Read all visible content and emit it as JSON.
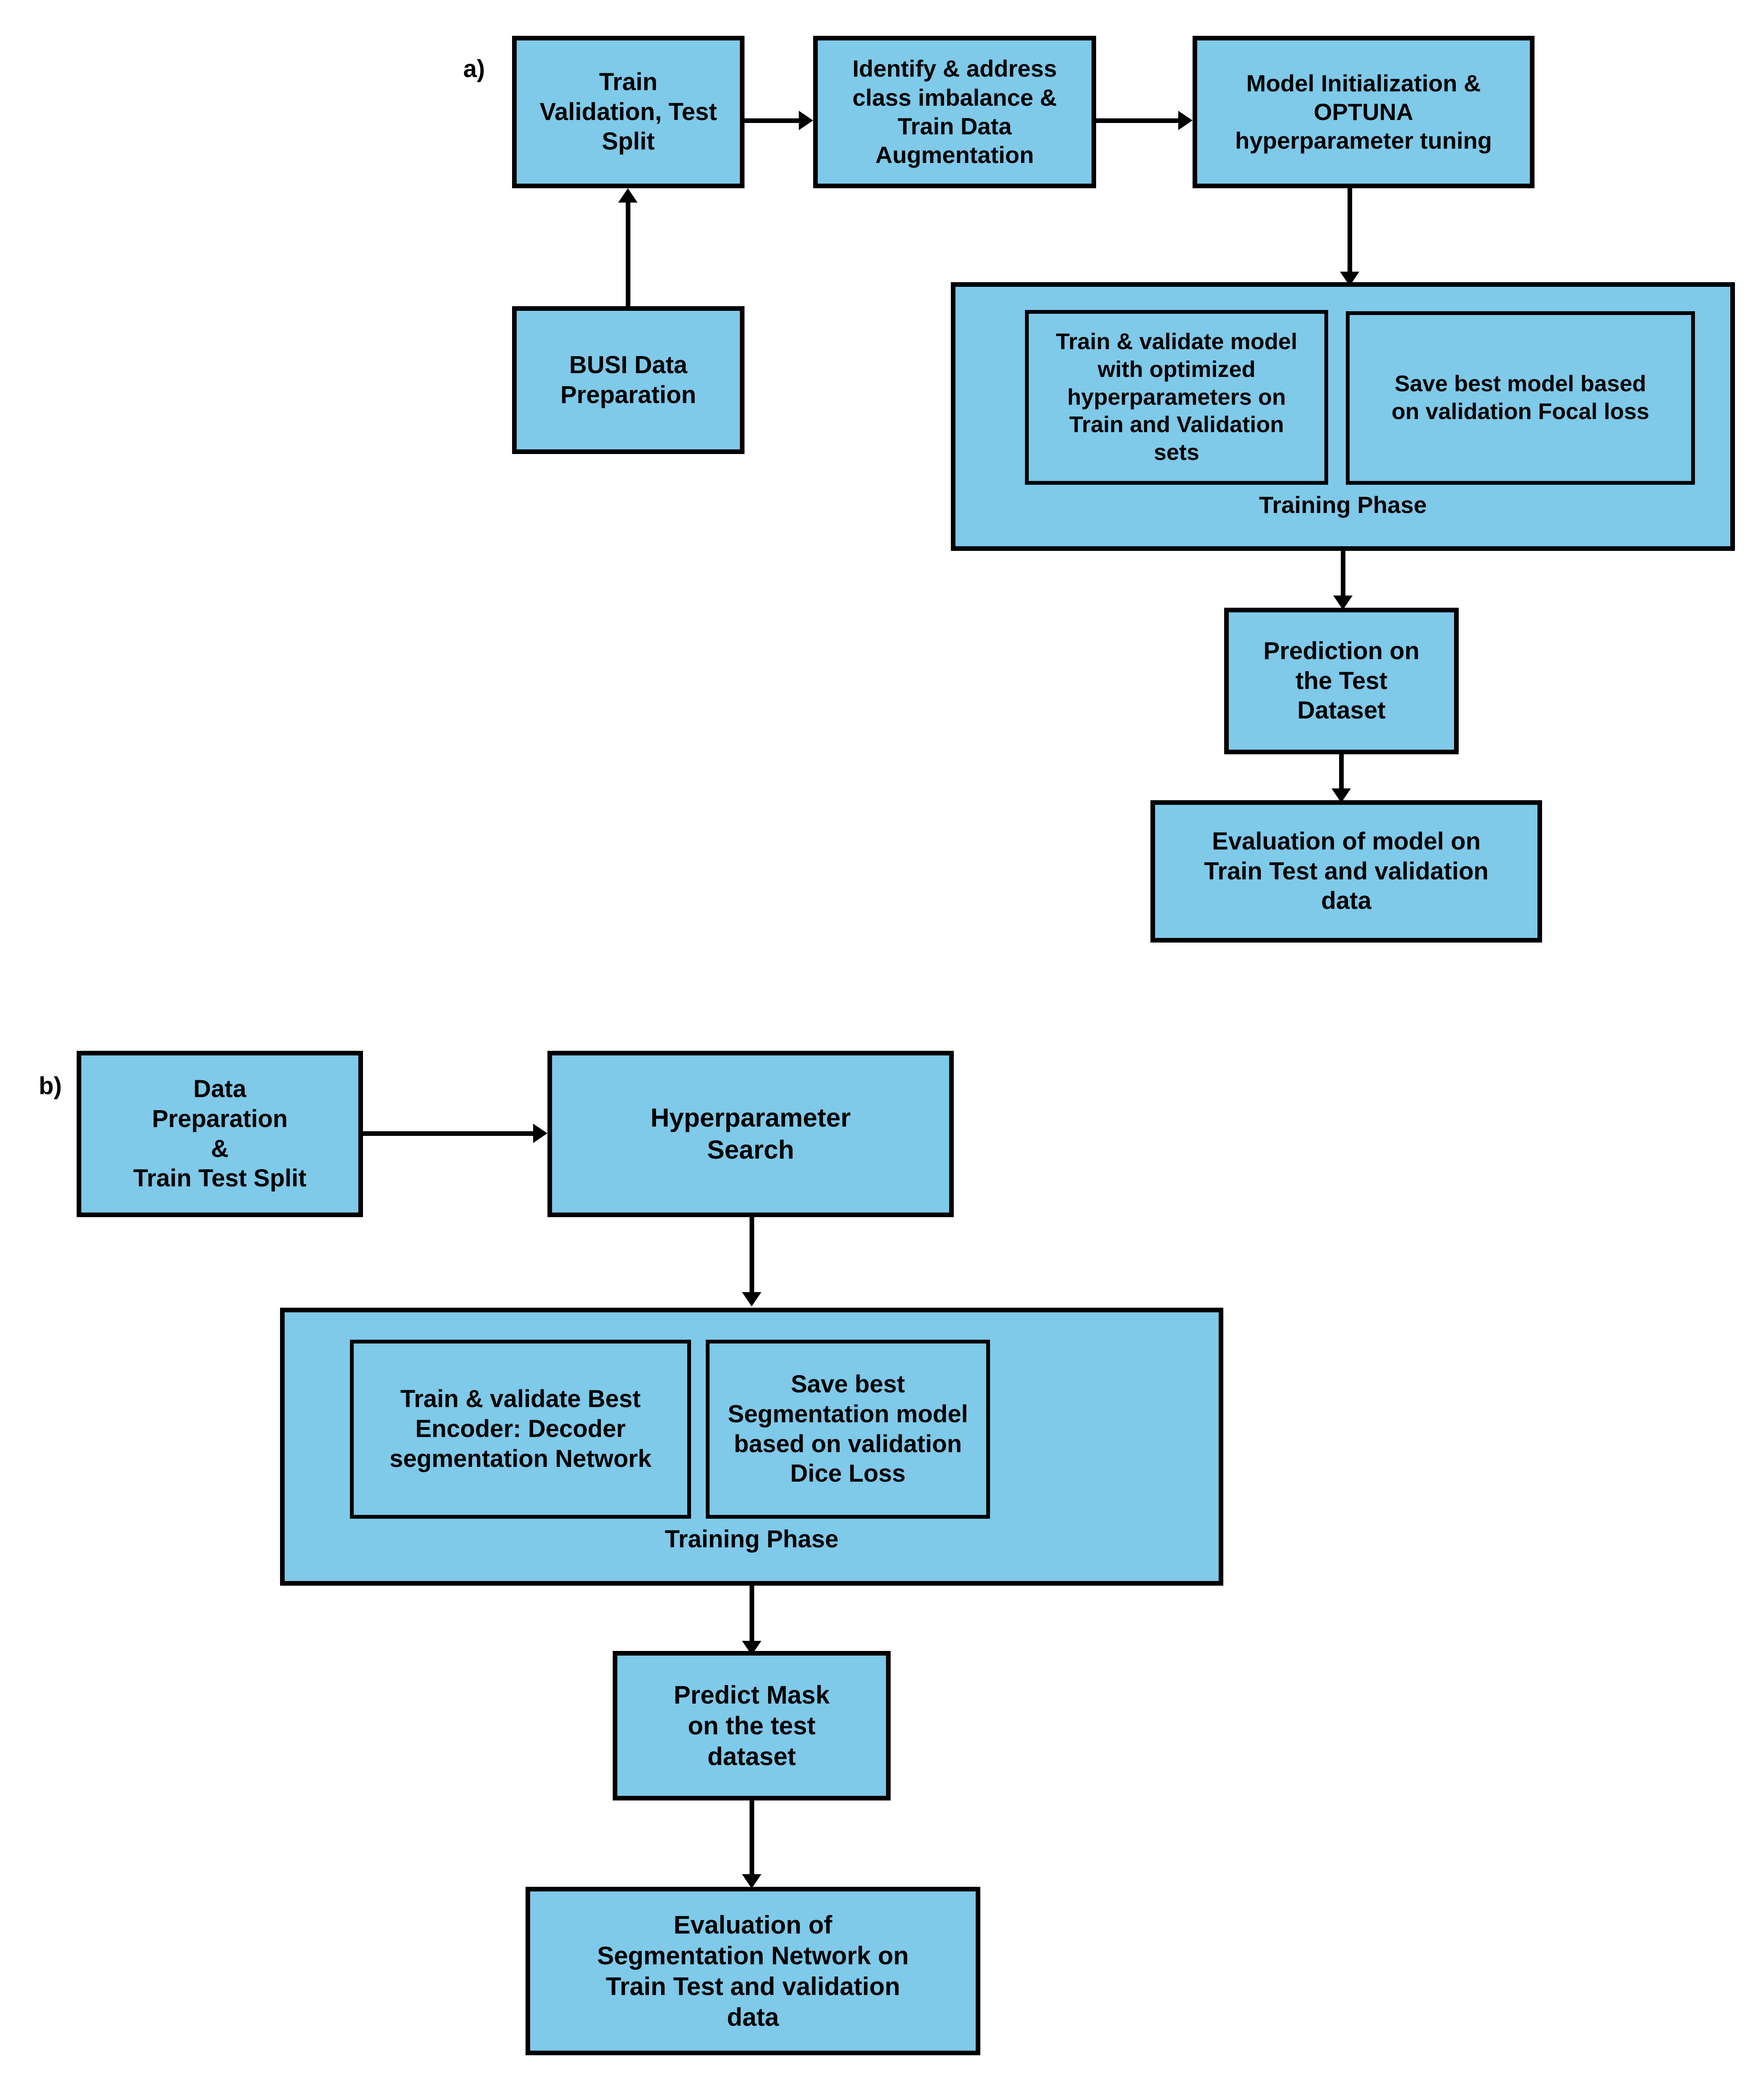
{
  "figure": {
    "panels": [
      {
        "letter": "a)",
        "nodes": {
          "split": "Train\nValidation, Test\nSplit",
          "data_prep": "BUSI Data\nPreparation",
          "imbalance": "Identify & address\nclass imbalance &\nTrain Data\nAugmentation",
          "init_optuna": "Model Initialization &\nOPTUNA\nhyperparameter tuning",
          "train_validate": "Train & validate model\nwith optimized\nhyperparameters on\nTrain and Validation\nsets",
          "save_best": "Save best model based\non validation Focal loss",
          "training_phase_label": "Training Phase",
          "prediction": "Prediction on\nthe Test\nDataset",
          "evaluation": "Evaluation of model on\nTrain Test and validation\ndata"
        }
      },
      {
        "letter": "b)",
        "nodes": {
          "data_prep_split": "Data\nPreparation\n&\nTrain Test Split",
          "hyper_search": "Hyperparameter\nSearch",
          "train_validate": "Train & validate Best\nEncoder: Decoder\nsegmentation Network",
          "save_best": "Save best\nSegmentation model\nbased on validation\nDice Loss",
          "training_phase_label": "Training Phase",
          "predict_mask": "Predict Mask\non the test\ndataset",
          "evaluation": "Evaluation of\nSegmentation Network on\nTrain Test and validation\ndata"
        }
      }
    ],
    "colors": {
      "node_fill": "#7FC9E9",
      "node_border": "#000000",
      "background": "#ffffff",
      "text": "#000000"
    }
  }
}
